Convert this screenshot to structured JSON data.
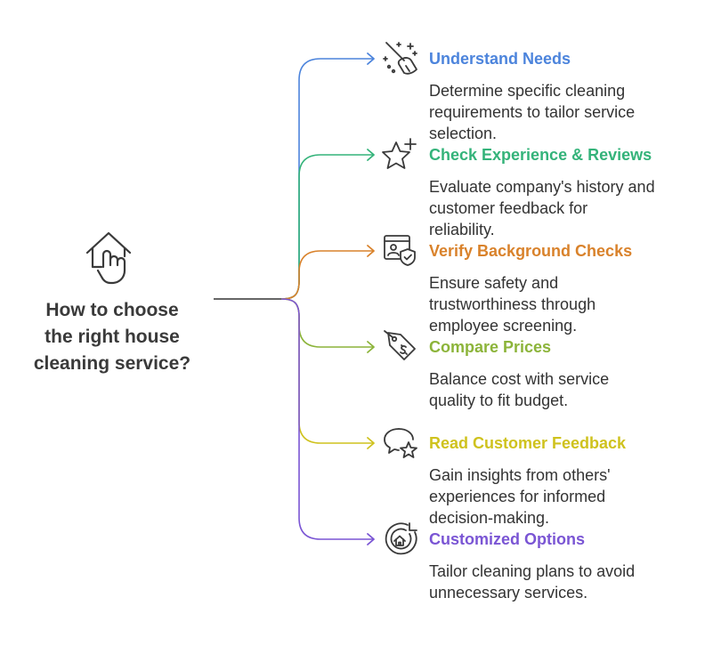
{
  "central": {
    "title_lines": [
      "How to choose",
      "the right house",
      "cleaning service?"
    ],
    "icon": "house-touch-icon",
    "line_color": "#333333"
  },
  "branches": [
    {
      "title": "Understand Needs",
      "color": "#4c84dc",
      "icon": "sparkle-broom-icon",
      "desc_lines": [
        "Determine specific cleaning",
        "requirements to tailor service",
        "selection."
      ]
    },
    {
      "title": "Check Experience & Reviews",
      "color": "#34b37a",
      "icon": "star-plus-icon",
      "desc_lines": [
        "Evaluate company's history and",
        "customer feedback for",
        "reliability."
      ]
    },
    {
      "title": "Verify Background Checks",
      "color": "#d9822b",
      "icon": "id-card-shield-icon",
      "desc_lines": [
        "Ensure safety and",
        "trustworthiness through",
        "employee screening."
      ]
    },
    {
      "title": "Compare Prices",
      "color": "#8cb43a",
      "icon": "price-tag-icon",
      "desc_lines": [
        "Balance cost with service",
        "quality to fit budget."
      ]
    },
    {
      "title": "Read Customer Feedback",
      "color": "#cfc21e",
      "icon": "chat-star-icon",
      "desc_lines": [
        "Gain insights from others'",
        "experiences for informed",
        "decision-making."
      ]
    },
    {
      "title": "Customized Options",
      "color": "#7a55d4",
      "icon": "house-target-icon",
      "desc_lines": [
        "Tailor cleaning plans to avoid",
        "unnecessary services."
      ]
    }
  ]
}
